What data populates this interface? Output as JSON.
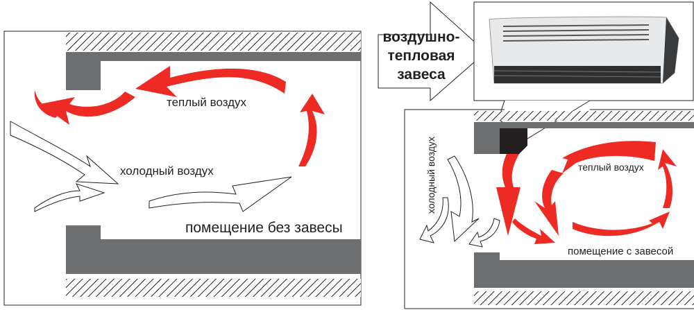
{
  "left_panel": {
    "warm_air_label": "теплый воздух",
    "cold_air_label": "холодный воздух",
    "room_label": "помещение без завесы"
  },
  "right_panel": {
    "callout_label": "воздушно-тепловая завеса",
    "callout_lines": [
      "воздушно-",
      "тепловая",
      "завеса"
    ],
    "warm_air_label": "теплый воздух",
    "cold_air_label": "холодный воздух",
    "room_label": "помещение с завесой"
  },
  "colors": {
    "warm": "#ee2a24",
    "wall": "#6d6e70",
    "heater_dark": "#231f20"
  }
}
